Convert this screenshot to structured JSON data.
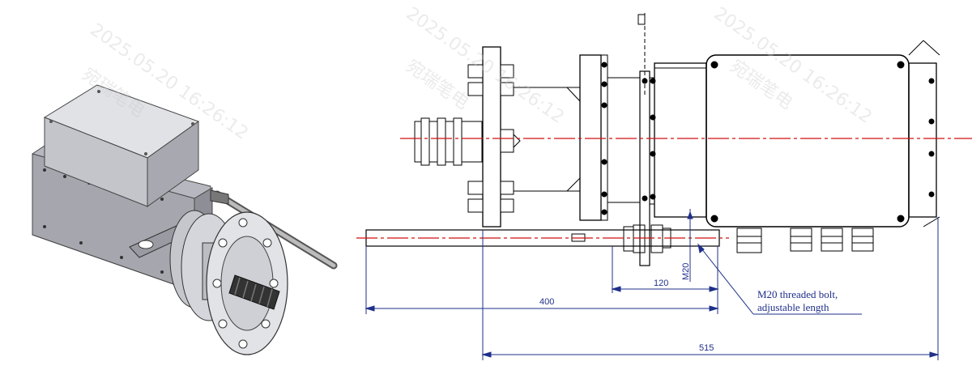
{
  "colors": {
    "dimension": "#1f2f8a",
    "centerline": "#d01010",
    "outline": "#000000",
    "housing_light": "#c9c9cf",
    "housing_dark": "#8e8f96"
  },
  "watermark": {
    "timestamp": "2025.05.20 16:26:12",
    "brand": "宛瑞笔电"
  },
  "dimensions": {
    "d400": "400",
    "d120": "120",
    "d515": "515",
    "m20": "M20"
  },
  "annotation": {
    "line1": "M20 threaded bolt,",
    "line2": "adjustable length"
  },
  "views": {
    "left": "isometric-3d-view",
    "right": "side-elevation-drawing"
  }
}
